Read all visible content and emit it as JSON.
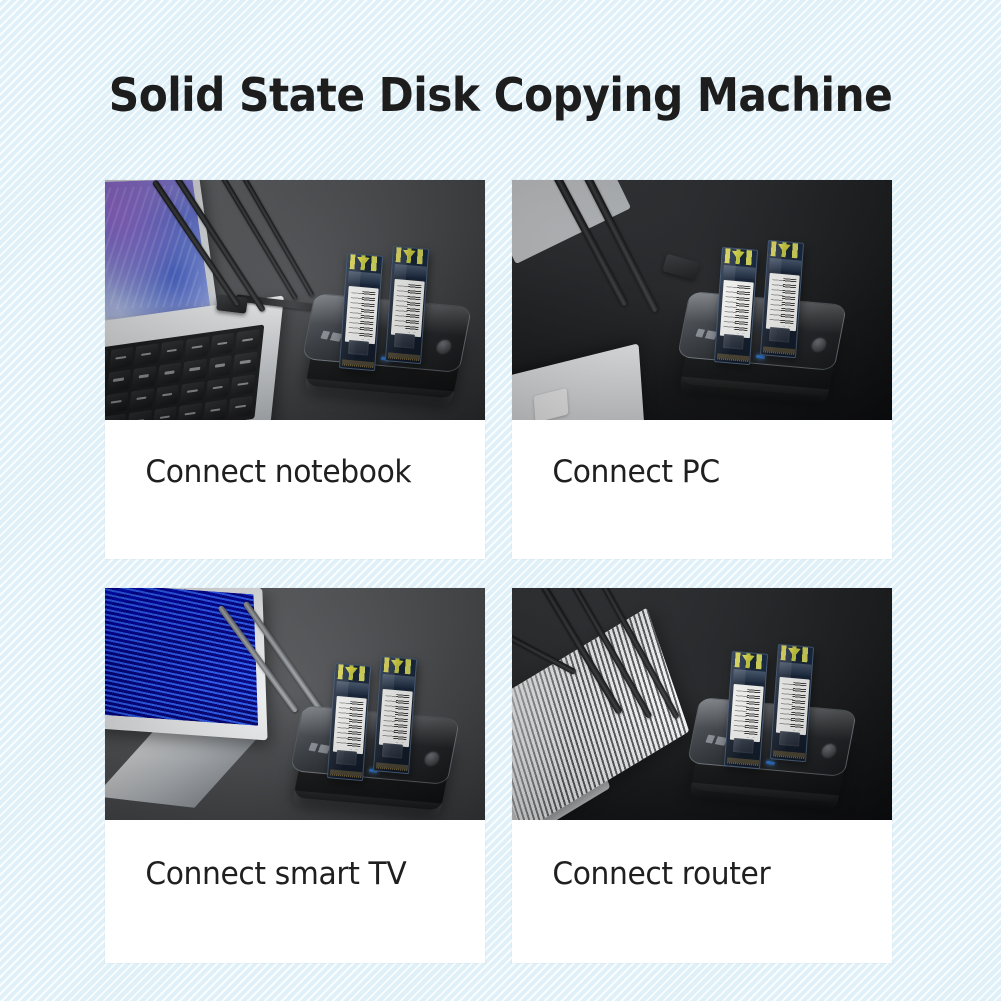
{
  "page": {
    "title": "Solid State Disk Copying Machine",
    "background_color": "#dff0f8",
    "stripe_color": "#ffffff",
    "card_background": "#ffffff",
    "title_color": "#1d1d1d"
  },
  "cards": [
    {
      "caption": "Connect notebook",
      "scene": "laptop-with-ssd-dock",
      "devices": [
        "notebook-laptop",
        "ssd-docking-station",
        "m2-ssd-left",
        "m2-ssd-right",
        "usb-cables"
      ]
    },
    {
      "caption": "Connect PC",
      "scene": "pc-with-ssd-dock",
      "devices": [
        "pc-keyboard",
        "ssd-docking-station",
        "m2-ssd-left",
        "m2-ssd-right",
        "usb-cables"
      ]
    },
    {
      "caption": "Connect smart TV",
      "scene": "smart-tv-with-ssd-dock",
      "devices": [
        "smart-tv-monitor",
        "ssd-docking-station",
        "m2-ssd-left",
        "m2-ssd-right",
        "usb-cables"
      ]
    },
    {
      "caption": "Connect router",
      "scene": "router-with-ssd-dock",
      "devices": [
        "wifi-router",
        "ssd-docking-station",
        "m2-ssd-left",
        "m2-ssd-right",
        "usb-cables"
      ]
    }
  ]
}
